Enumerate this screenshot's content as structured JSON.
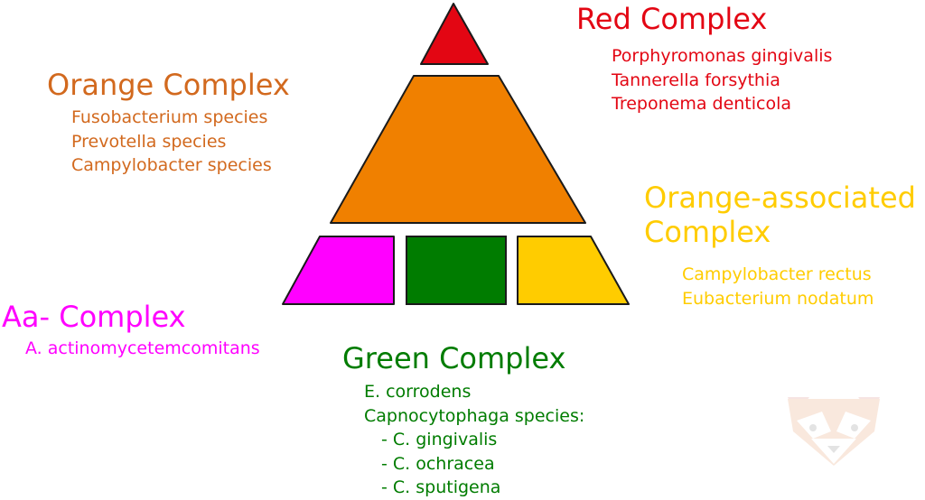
{
  "colors": {
    "red": "#e30613",
    "orange": "#f08000",
    "orange_text": "#d2691e",
    "magenta": "#ff00ff",
    "green": "#007c00",
    "yellow": "#ffcc00",
    "stroke": "#1a1a1a"
  },
  "red_complex": {
    "title": "Red Complex",
    "species": [
      "Porphyromonas gingivalis",
      "Tannerella forsythia",
      "Treponema denticola"
    ]
  },
  "orange_complex": {
    "title": "Orange Complex",
    "species": [
      "Fusobacterium species",
      "Prevotella species",
      "Campylobacter species"
    ]
  },
  "orange_associated_complex": {
    "title_line1": "Orange-associated",
    "title_line2": "Complex",
    "species": [
      "Campylobacter rectus",
      "Eubacterium nodatum"
    ]
  },
  "aa_complex": {
    "title": "Aa- Complex",
    "species": [
      "A. actinomycetemcomitans"
    ]
  },
  "green_complex": {
    "title": "Green Complex",
    "species": [
      "E. corrodens",
      "Capnocytophaga species:",
      "- C. gingivalis",
      "- C. ochracea",
      "- C. sputigena"
    ]
  },
  "watermark": {
    "icon": "red-panda-logo-icon"
  }
}
